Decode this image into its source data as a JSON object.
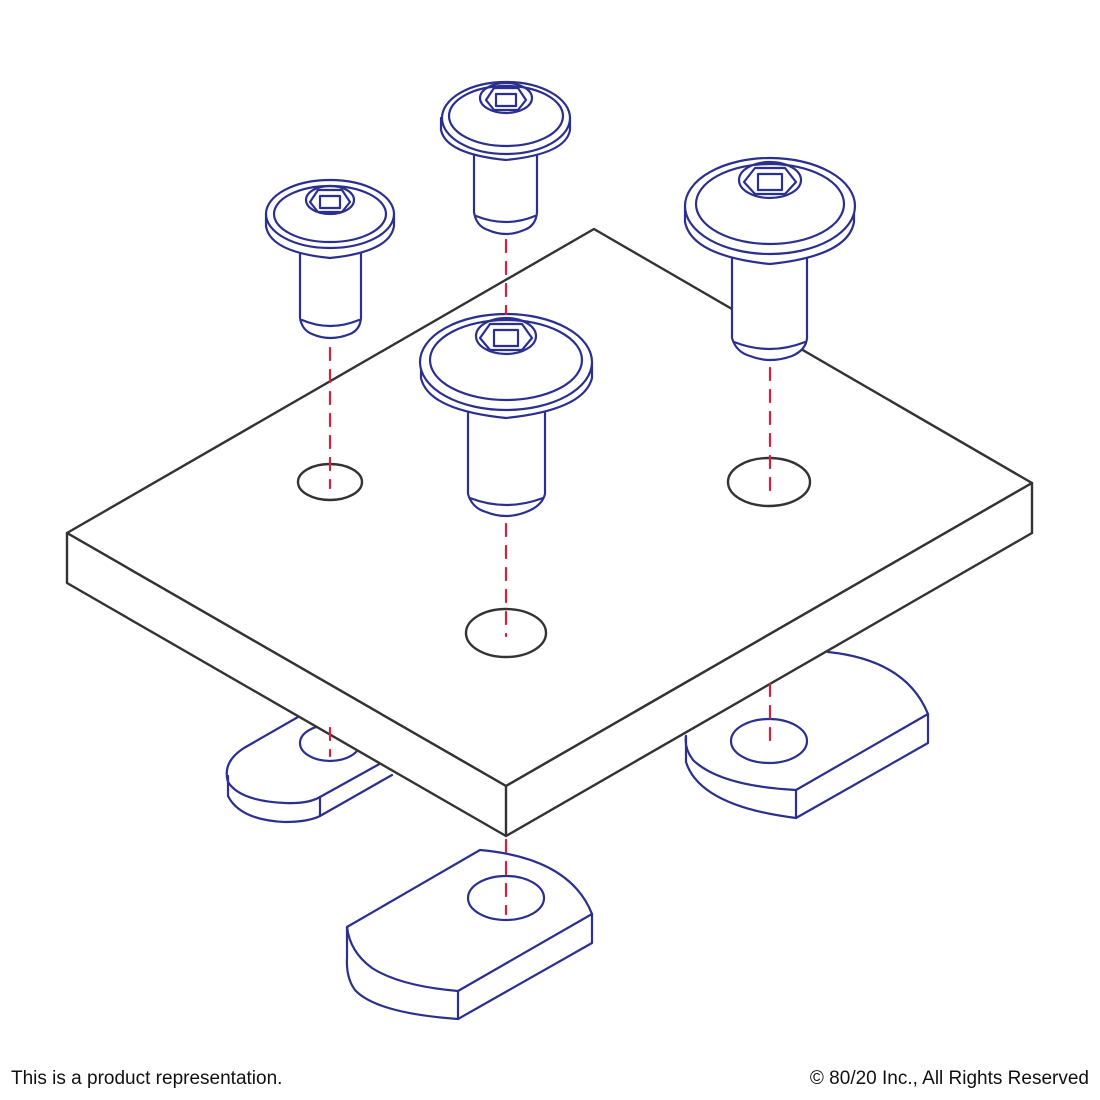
{
  "footer": {
    "disclaimer": "This is a product representation.",
    "copyright": "© 80/20 Inc., All Rights Reserved"
  },
  "diagram": {
    "parts": [
      "plate",
      "button-head-socket-screw",
      "drop-in-t-nut"
    ],
    "screw_count": 4,
    "tnut_count": 4,
    "hole_count": 4
  },
  "colors": {
    "plate_stroke": "#333333",
    "part_stroke": "#2b2f8e",
    "axis_line": "#d0223a",
    "background": "#ffffff"
  }
}
